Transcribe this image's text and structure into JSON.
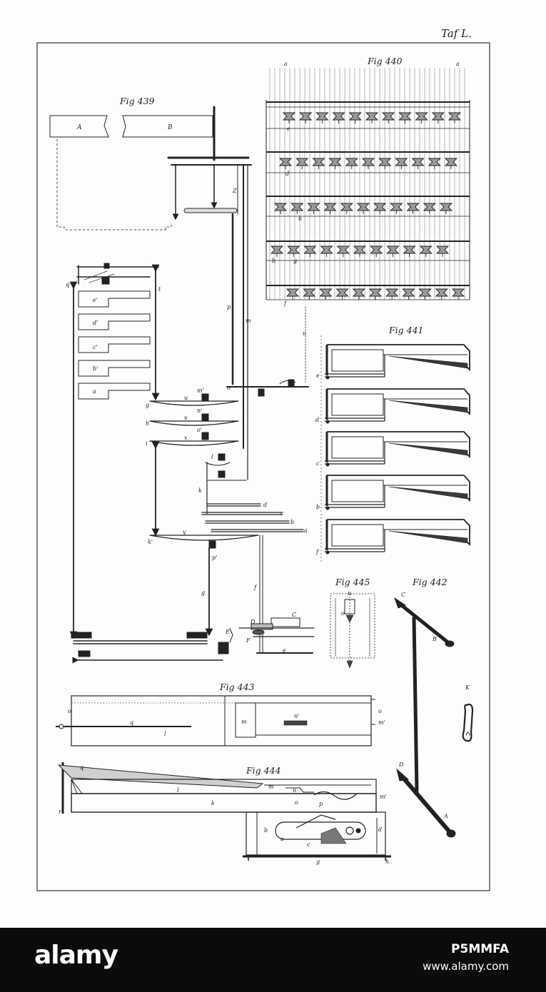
{
  "plate": {
    "title": "Taf L."
  },
  "figures": {
    "fig439": {
      "label": "Fig 439",
      "letters": [
        "A",
        "B",
        "Z",
        "p",
        "m",
        "n",
        "t",
        "q",
        "e'",
        "d'",
        "c'",
        "b'",
        "a",
        "u",
        "m'",
        "v",
        "n'",
        "x",
        "o'",
        "g",
        "h",
        "i",
        "o",
        "l",
        "k",
        "d",
        "c",
        "b",
        "a",
        "k'",
        "y",
        "p'",
        "g",
        "f",
        "C",
        "D",
        "E",
        "F",
        "e"
      ]
    },
    "fig440": {
      "label": "Fig 440",
      "letters": [
        "a",
        "a",
        "e",
        "d",
        "h",
        "b",
        "g",
        "f"
      ]
    },
    "fig441": {
      "label": "Fig 441",
      "letters": [
        "e",
        "d",
        "c",
        "b",
        "f"
      ]
    },
    "fig442": {
      "label": "Fig 442",
      "letters": [
        "C",
        "B",
        "K",
        "D",
        "A"
      ]
    },
    "fig443": {
      "label": "Fig 443",
      "letters": [
        "o",
        "q",
        "l",
        "m",
        "n'",
        "o",
        "m'"
      ]
    },
    "fig444": {
      "label": "Fig 444",
      "letters": [
        "q",
        "r",
        "l",
        "k",
        "m",
        "n",
        "m'",
        "o",
        "p",
        "b",
        "a",
        "c",
        "d",
        "g",
        "h"
      ]
    },
    "fig445": {
      "label": "Fig 445",
      "letters": [
        "n",
        "o"
      ]
    }
  },
  "watermark": {
    "brand": "alamy",
    "image_id": "P5MMFA",
    "url": "www.alamy.com"
  },
  "colors": {
    "ink": "#1e1e1e",
    "paper": "#fdfdfb",
    "banner": "#0b0b0b",
    "banner_text": "#ffffff"
  }
}
